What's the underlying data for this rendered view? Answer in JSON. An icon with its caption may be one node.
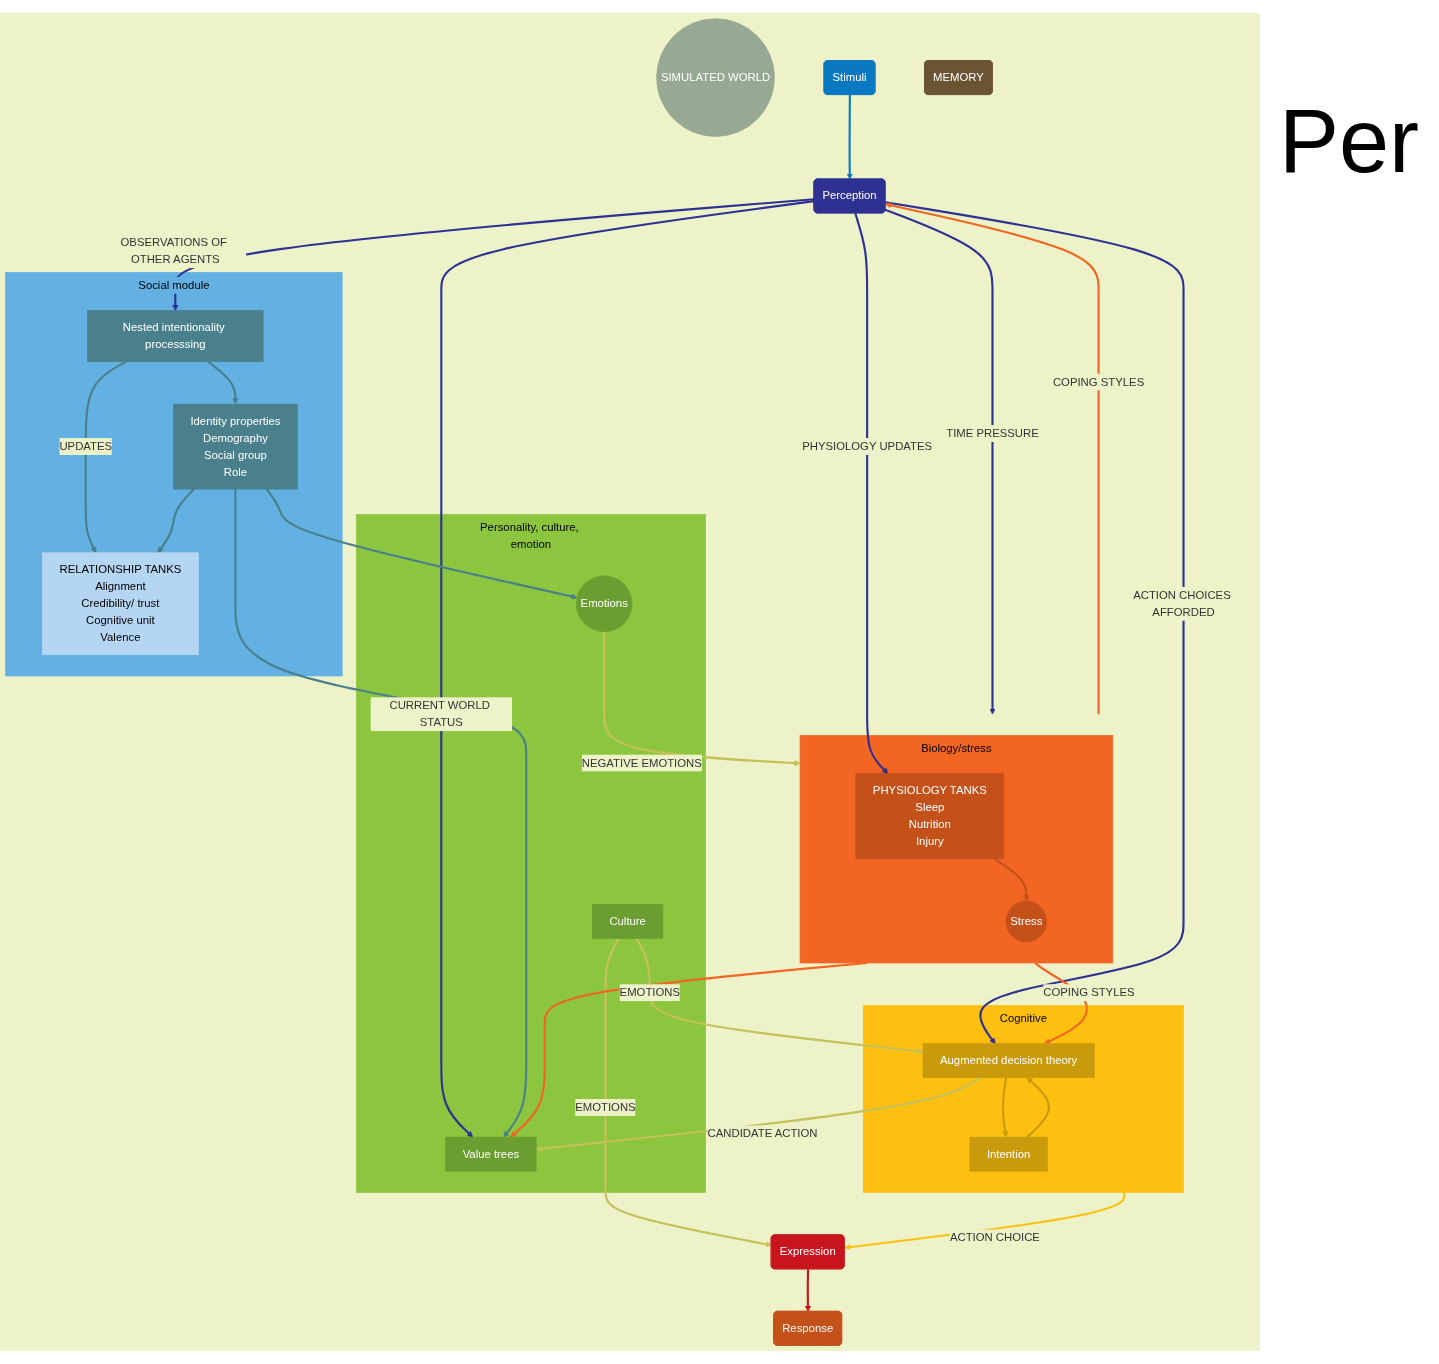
{
  "diagram": {
    "nodes": [
      {
        "text": [
          "SIMULATED WORLD"
        ]
      },
      {
        "text": [
          "Stimuli"
        ]
      },
      {
        "text": [
          "Response"
        ]
      },
      {
        "text": [
          "Perception"
        ]
      },
      {
        "text": [
          "Expression"
        ]
      },
      {
        "text": [
          "Biology/stress"
        ]
      },
      {
        "text": [
          "PHYSIOLOGY TANKS",
          "Sleep",
          "Nutrition",
          "Injury"
        ],
        "in": 5
      },
      {
        "text": [
          "Stress"
        ],
        "in": 5
      },
      {
        "text": [
          "Cognitive"
        ]
      },
      {
        "text": [
          "Augmented decision theory"
        ],
        "in": 8
      },
      {
        "text": [
          "Intention"
        ],
        "in": 8
      },
      {
        "text": [
          "MEMORY"
        ]
      },
      {
        "text": [
          "Personality, culture, emotion"
        ]
      },
      {
        "text": [
          "Value trees"
        ],
        "in": 12
      },
      {
        "text": [
          "Emotions"
        ],
        "in": 12
      },
      {
        "text": [
          "Culture"
        ],
        "in": 12
      },
      {
        "text": [
          "Social module"
        ]
      },
      {
        "text": [
          "RELATIONSHIP TANKS",
          "Alignment",
          "Credibility/ trust",
          "Cognitive unit",
          "Valence"
        ],
        "in": 16
      },
      {
        "text": [
          "Identity properties",
          "Demography",
          "Social group",
          "Role"
        ],
        "in": 16
      },
      {
        "text": [
          "Nested intentionality processsing"
        ],
        "in": 16
      }
    ],
    "edges": [
      {
        "from": 1,
        "to": 3,
        "arrow": "to",
        "color": "#0a79c1"
      },
      {
        "from": 4,
        "to": 2,
        "arrow": "to",
        "color": "#c8151d"
      },
      {
        "from": 3,
        "to": 19,
        "label": "OBSERVATIONS OF OTHER AGENTS",
        "arrow": "to"
      },
      {
        "from": 3,
        "to": 6,
        "label": "PHYSIOLOGY UPDATES",
        "arrow": "to"
      },
      {
        "from": 3,
        "to": 5,
        "label": "TIME PRESSURE",
        "arrow": "to"
      },
      {
        "from": 5,
        "to": 3,
        "label": "COPING STYLES",
        "arrow": "to",
        "color": "#f26522"
      },
      {
        "from": 3,
        "to": 9,
        "label": "ACTION CHOICES AFFORDED",
        "arrow": "to"
      },
      {
        "from": 3,
        "to": 13,
        "label": "CURRENT WORLD STATUS",
        "arrow": "to"
      },
      {
        "from": 6,
        "to": 7,
        "arrow": "to",
        "color": "#c4501a"
      },
      {
        "from": 7,
        "to": 9,
        "label": "COPING STYLES",
        "arrow": "to",
        "color": "#f26522"
      },
      {
        "from": 8,
        "to": 4,
        "label": "ACTION CHOICE",
        "arrow": "to",
        "color": "#fdc010"
      },
      {
        "from": 9,
        "to": 10,
        "arrow": "to",
        "color": "#c99a0c"
      },
      {
        "from": 10,
        "to": 9,
        "arrow": "to",
        "color": "#c99a0c"
      },
      {
        "from": 5,
        "to": 13,
        "arrow": "to",
        "color": "#f26522"
      },
      {
        "from": 9,
        "to": 13,
        "label": "CANDIDATE ACTION",
        "arrow": "to",
        "color": "#c5c05a"
      },
      {
        "from": 14,
        "to": 5,
        "label": "NEGATIVE EMOTIONS",
        "arrow": "to",
        "color": "#c5c05a"
      },
      {
        "from": 15,
        "to": 9,
        "label": "EMOTIONS",
        "arrow": "to",
        "color": "#c5c05a"
      },
      {
        "from": 15,
        "to": 4,
        "label": "EMOTIONS",
        "arrow": "to",
        "color": "#c5c05a"
      },
      {
        "from": 19,
        "to": 17,
        "label": "UPDATES",
        "arrow": "to",
        "color": "#4a7f8c"
      },
      {
        "from": 19,
        "to": 18,
        "arrow": "to",
        "color": "#4a7f8c"
      },
      {
        "from": 18,
        "to": 17,
        "arrow": "to",
        "color": "#4a7f8c"
      },
      {
        "from": 18,
        "to": 13,
        "arrow": "to",
        "color": "#4a7f8c"
      },
      {
        "from": 18,
        "to": 14,
        "arrow": "to",
        "color": "#4a7f8c"
      }
    ],
    "labels": [
      "Per"
    ]
  }
}
